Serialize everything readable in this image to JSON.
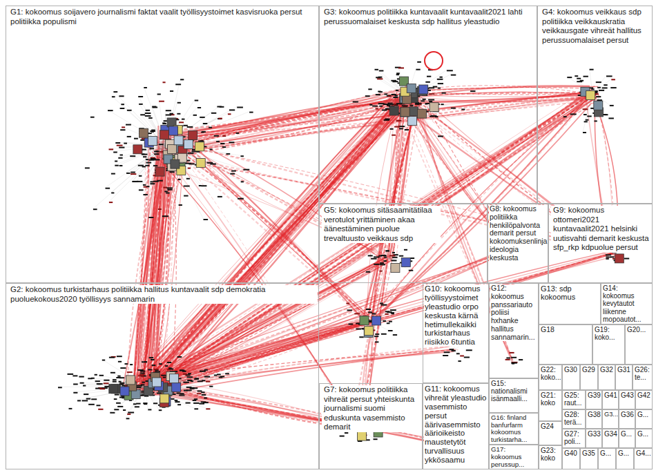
{
  "diagram": {
    "nodes": [
      {
        "text": [
          "G1: kokoomus soijavero journalismi faktat vaalit työllisyystoimet kasvisruoka persut politiikka populismi"
        ]
      },
      {
        "text": [
          "G3: kokoomus politiikka kuntavaalit kuntavaalit2021 lahti perussuomalaiset keskusta sdp hallitus yleastudio"
        ]
      },
      {
        "text": [
          "G4: kokoomus veikkaus sdp politiikka veikkauskratia veikkausgate vihreät hallitus perussuomalaiset persut"
        ]
      },
      {
        "text": [
          "G5: kokoomus sitäsaamitätilaa verotulot yrittäminen akaa äänestäminen puolue trevaltuusto veikkaus sdp"
        ]
      },
      {
        "text": [
          "G8: kokoomus politiikka henkilöpalvonta demarit persut kokoomuksenlinja ideologia keskusta"
        ]
      },
      {
        "text": [
          "G9: kokoomus ottomeri2021 kuntavaalit2021 helsinki uutisvahti demarit keskusta sfp_rkp kdpuolue persut"
        ]
      },
      {
        "text": [
          "G2: kokoomus turkistarhaus politiikka hallitus kuntavaalit sdp demokratia puoluekokous2020 työllisyys sannamarin"
        ]
      },
      {
        "text": [
          "G10: kokoomus työllisyystoimet yleastudio orpo keskusta kärnä hetimullekaikki turkistarhaus riisikko 6tuntia"
        ]
      },
      {
        "text": [
          "G12: kokoomus panssariauto poliisi hxhanke hallitus sannamarin..."
        ]
      },
      {
        "text": [
          "G13: sdp kokoomus"
        ]
      },
      {
        "text": [
          "G14: kokoomus kevytautot liikenne mopoautot..."
        ]
      },
      {
        "text": [
          "G18"
        ]
      },
      {
        "text": [
          "G19: koko..."
        ]
      },
      {
        "text": [
          "G20..."
        ]
      },
      {
        "text": [
          "G22: koko..."
        ]
      },
      {
        "text": [
          "G30"
        ]
      },
      {
        "text": [
          "G29"
        ]
      },
      {
        "text": [
          "G32"
        ]
      },
      {
        "text": [
          "G31"
        ]
      },
      {
        "text": [
          "G26: te..."
        ]
      },
      {
        "text": [
          "G15: nationalismi isänmaalli..."
        ]
      },
      {
        "text": [
          "G7: kokoomus politiikka vihreät persut yhteiskunta journalismi suomi eduskunta vasemmisto demarit"
        ]
      },
      {
        "text": [
          "G11: kokoomus vihreät yleastudio vasemmisto persut äärivasemmisto äärioikeisto maustetytöt turvallisuus ykkösaamu"
        ]
      },
      {
        "text": [
          "G21: koko"
        ]
      },
      {
        "text": [
          "G25: raut..."
        ]
      },
      {
        "text": [
          "G39"
        ]
      },
      {
        "text": [
          "G41"
        ]
      },
      {
        "text": [
          "G43"
        ]
      },
      {
        "text": [
          "G42"
        ]
      },
      {
        "text": [
          "G28: terä..."
        ]
      },
      {
        "text": [
          "G38"
        ]
      },
      {
        "text": [
          "G3..."
        ]
      },
      {
        "text": [
          "G36"
        ]
      },
      {
        "text": [
          "G..."
        ]
      },
      {
        "text": [
          "G16: finland banfurfarm kokoomus turkistarha..."
        ]
      },
      {
        "text": [
          "G24"
        ]
      },
      {
        "text": [
          "G27: poli..."
        ]
      },
      {
        "text": [
          "G33"
        ]
      },
      {
        "text": [
          "G34"
        ]
      },
      {
        "text": [
          "G..."
        ]
      },
      {
        "text": [
          "G..."
        ]
      },
      {
        "text": [
          "G17: kokoomus perussup..."
        ]
      },
      {
        "text": [
          "G23: koko"
        ]
      },
      {
        "text": [
          "G40"
        ]
      },
      {
        "text": [
          "G35"
        ]
      },
      {
        "text": [
          "G..."
        ]
      },
      {
        "text": [
          "G..."
        ]
      },
      {
        "text": [
          "G4..."
        ]
      }
    ]
  }
}
